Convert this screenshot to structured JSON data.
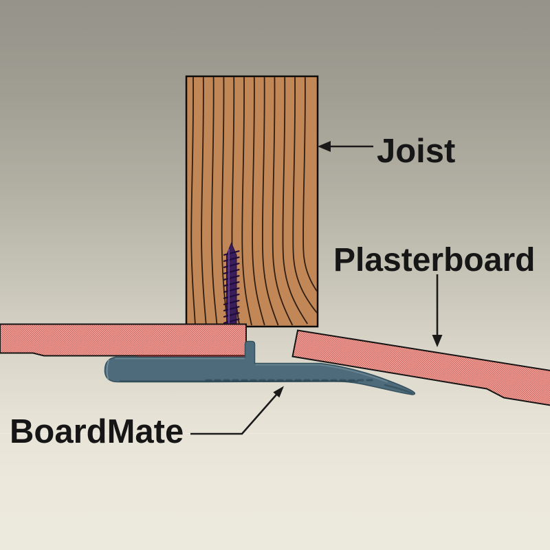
{
  "labels": {
    "joist": "Joist",
    "plasterboard": "Plasterboard",
    "boardmate": "BoardMate"
  },
  "colors": {
    "background_top": "#95938a",
    "background_bottom": "#eceadd",
    "joist_wood": "#c18757",
    "wood_grain": "#20130b",
    "screw_body": "#3a1e5a",
    "screw_thread": "#200c3e",
    "screw_highlight": "#6b4899",
    "plasterboard_base": "#f2b4ab",
    "plasterboard_dot": "#d25f59",
    "plasterboard_shadow": "#7c2a26",
    "boardmate_clip": "#4d6b7a",
    "clip_dark_edge": "#2e4754",
    "clip_light_edge": "#859da8",
    "outline": "#111111",
    "arrow": "#1a1a1a",
    "label_text": "#161616"
  }
}
